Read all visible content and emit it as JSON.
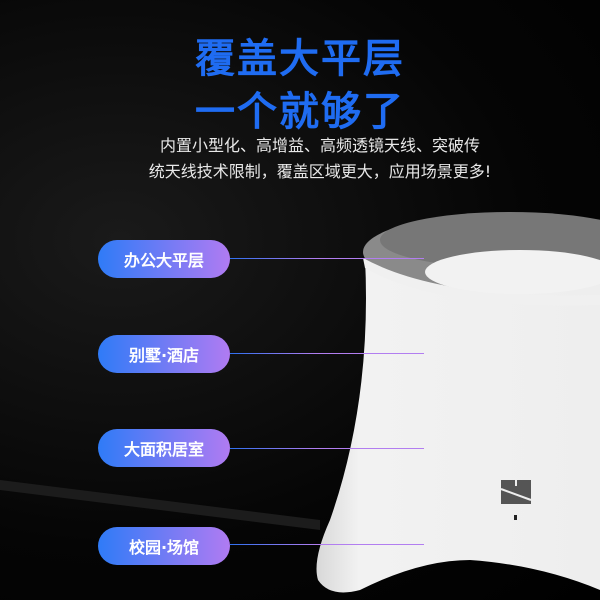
{
  "headline": [
    "覆盖大平层",
    "一个就够了"
  ],
  "description": [
    "内置小型化、高增益、高频透镜天线、突破传",
    "统天线技术限制，覆盖区域更大，应用场景更多!"
  ],
  "scenarios": [
    {
      "label": "办公大平层"
    },
    {
      "label": "别墅·酒店"
    },
    {
      "label": "大面积居室"
    },
    {
      "label": "校园·场馆"
    }
  ],
  "colors": {
    "headline": "#1f6cf2",
    "pill_start": "#2f7bf7",
    "pill_end": "#b07bf2"
  }
}
